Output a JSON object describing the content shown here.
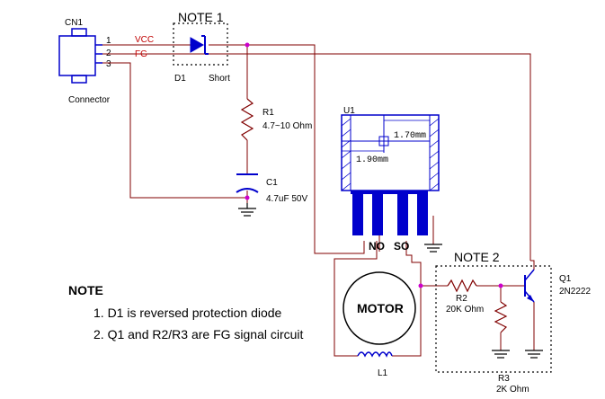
{
  "labels": {
    "cn1": "CN1",
    "connector": "Connector",
    "pin1": "1",
    "pin2": "2",
    "pin3": "3",
    "vcc": "VCC",
    "fg": "FG",
    "note1": "NOTE 1",
    "d1": "D1",
    "short": "Short",
    "r1": "R1",
    "r1_value": "4.7~10 Ohm",
    "c1": "C1",
    "c1_value": "4.7uF 50V",
    "u1": "U1",
    "dim_h": "1.70mm",
    "dim_v": "1.90mm",
    "no": "NO",
    "so": "SO",
    "motor": "MOTOR",
    "l1": "L1",
    "note2": "NOTE 2",
    "r2": "R2",
    "r2_value": "20K Ohm",
    "r3": "R3",
    "r3_value": "2K Ohm",
    "q1": "Q1",
    "q1_part": "2N2222"
  },
  "notes": {
    "heading": "NOTE",
    "items": [
      "1. D1 is reversed protection diode",
      "2. Q1 and R2/R3 are FG signal circuit"
    ]
  },
  "colors": {
    "wire": "#800000",
    "component": "#0000cc",
    "junction": "#cc00cc",
    "ground": "#000000"
  }
}
